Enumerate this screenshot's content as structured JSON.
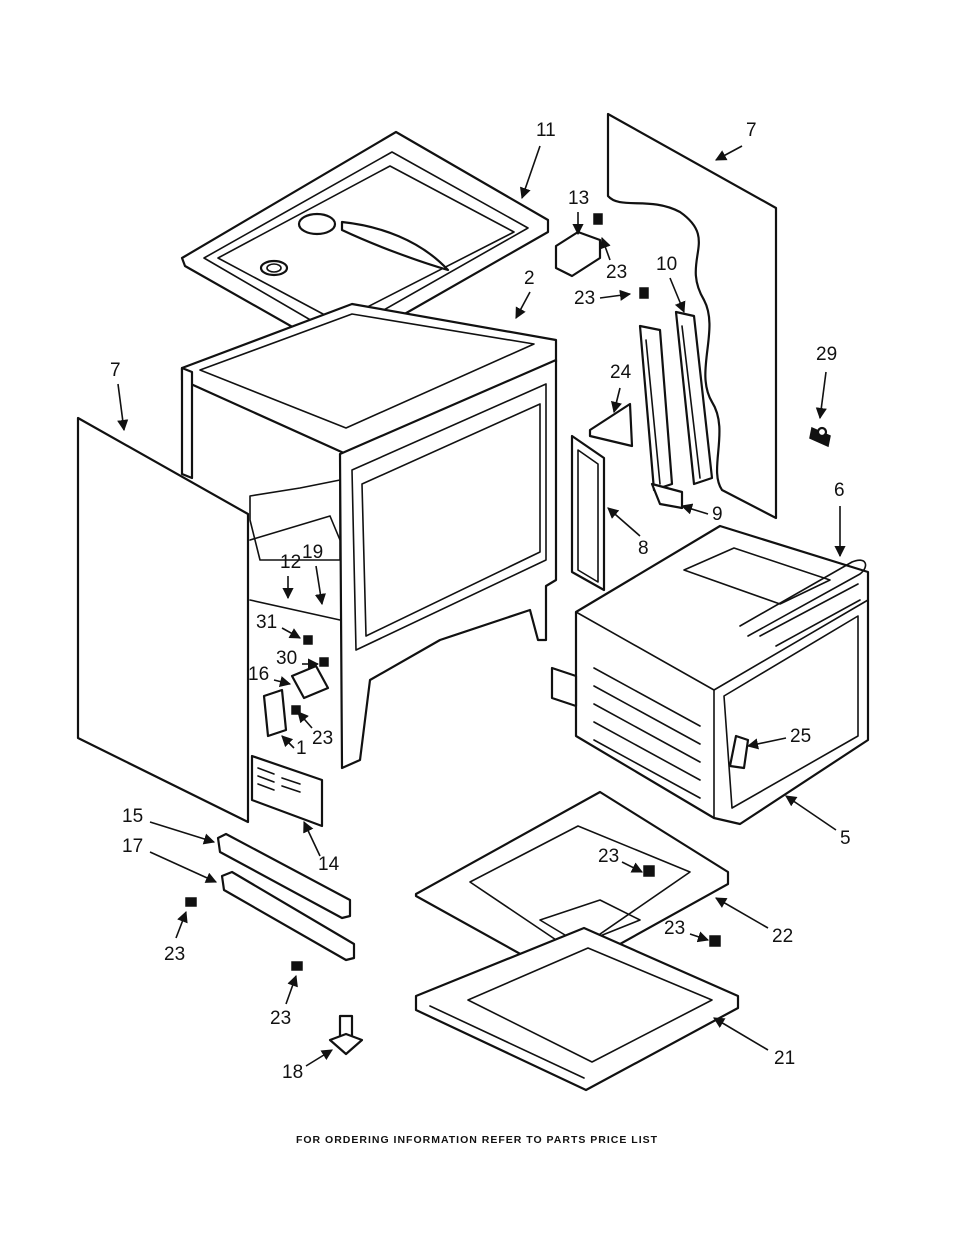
{
  "callouts": [
    "11",
    "7",
    "13",
    "23",
    "2",
    "23",
    "10",
    "7",
    "29",
    "24",
    "6",
    "9",
    "8",
    "12",
    "19",
    "31",
    "30",
    "16",
    "23",
    "1",
    "25",
    "15",
    "14",
    "5",
    "17",
    "23",
    "22",
    "23",
    "23",
    "23",
    "18",
    "21"
  ],
  "footer": "FOR ORDERING INFORMATION REFER TO PARTS PRICE LIST"
}
